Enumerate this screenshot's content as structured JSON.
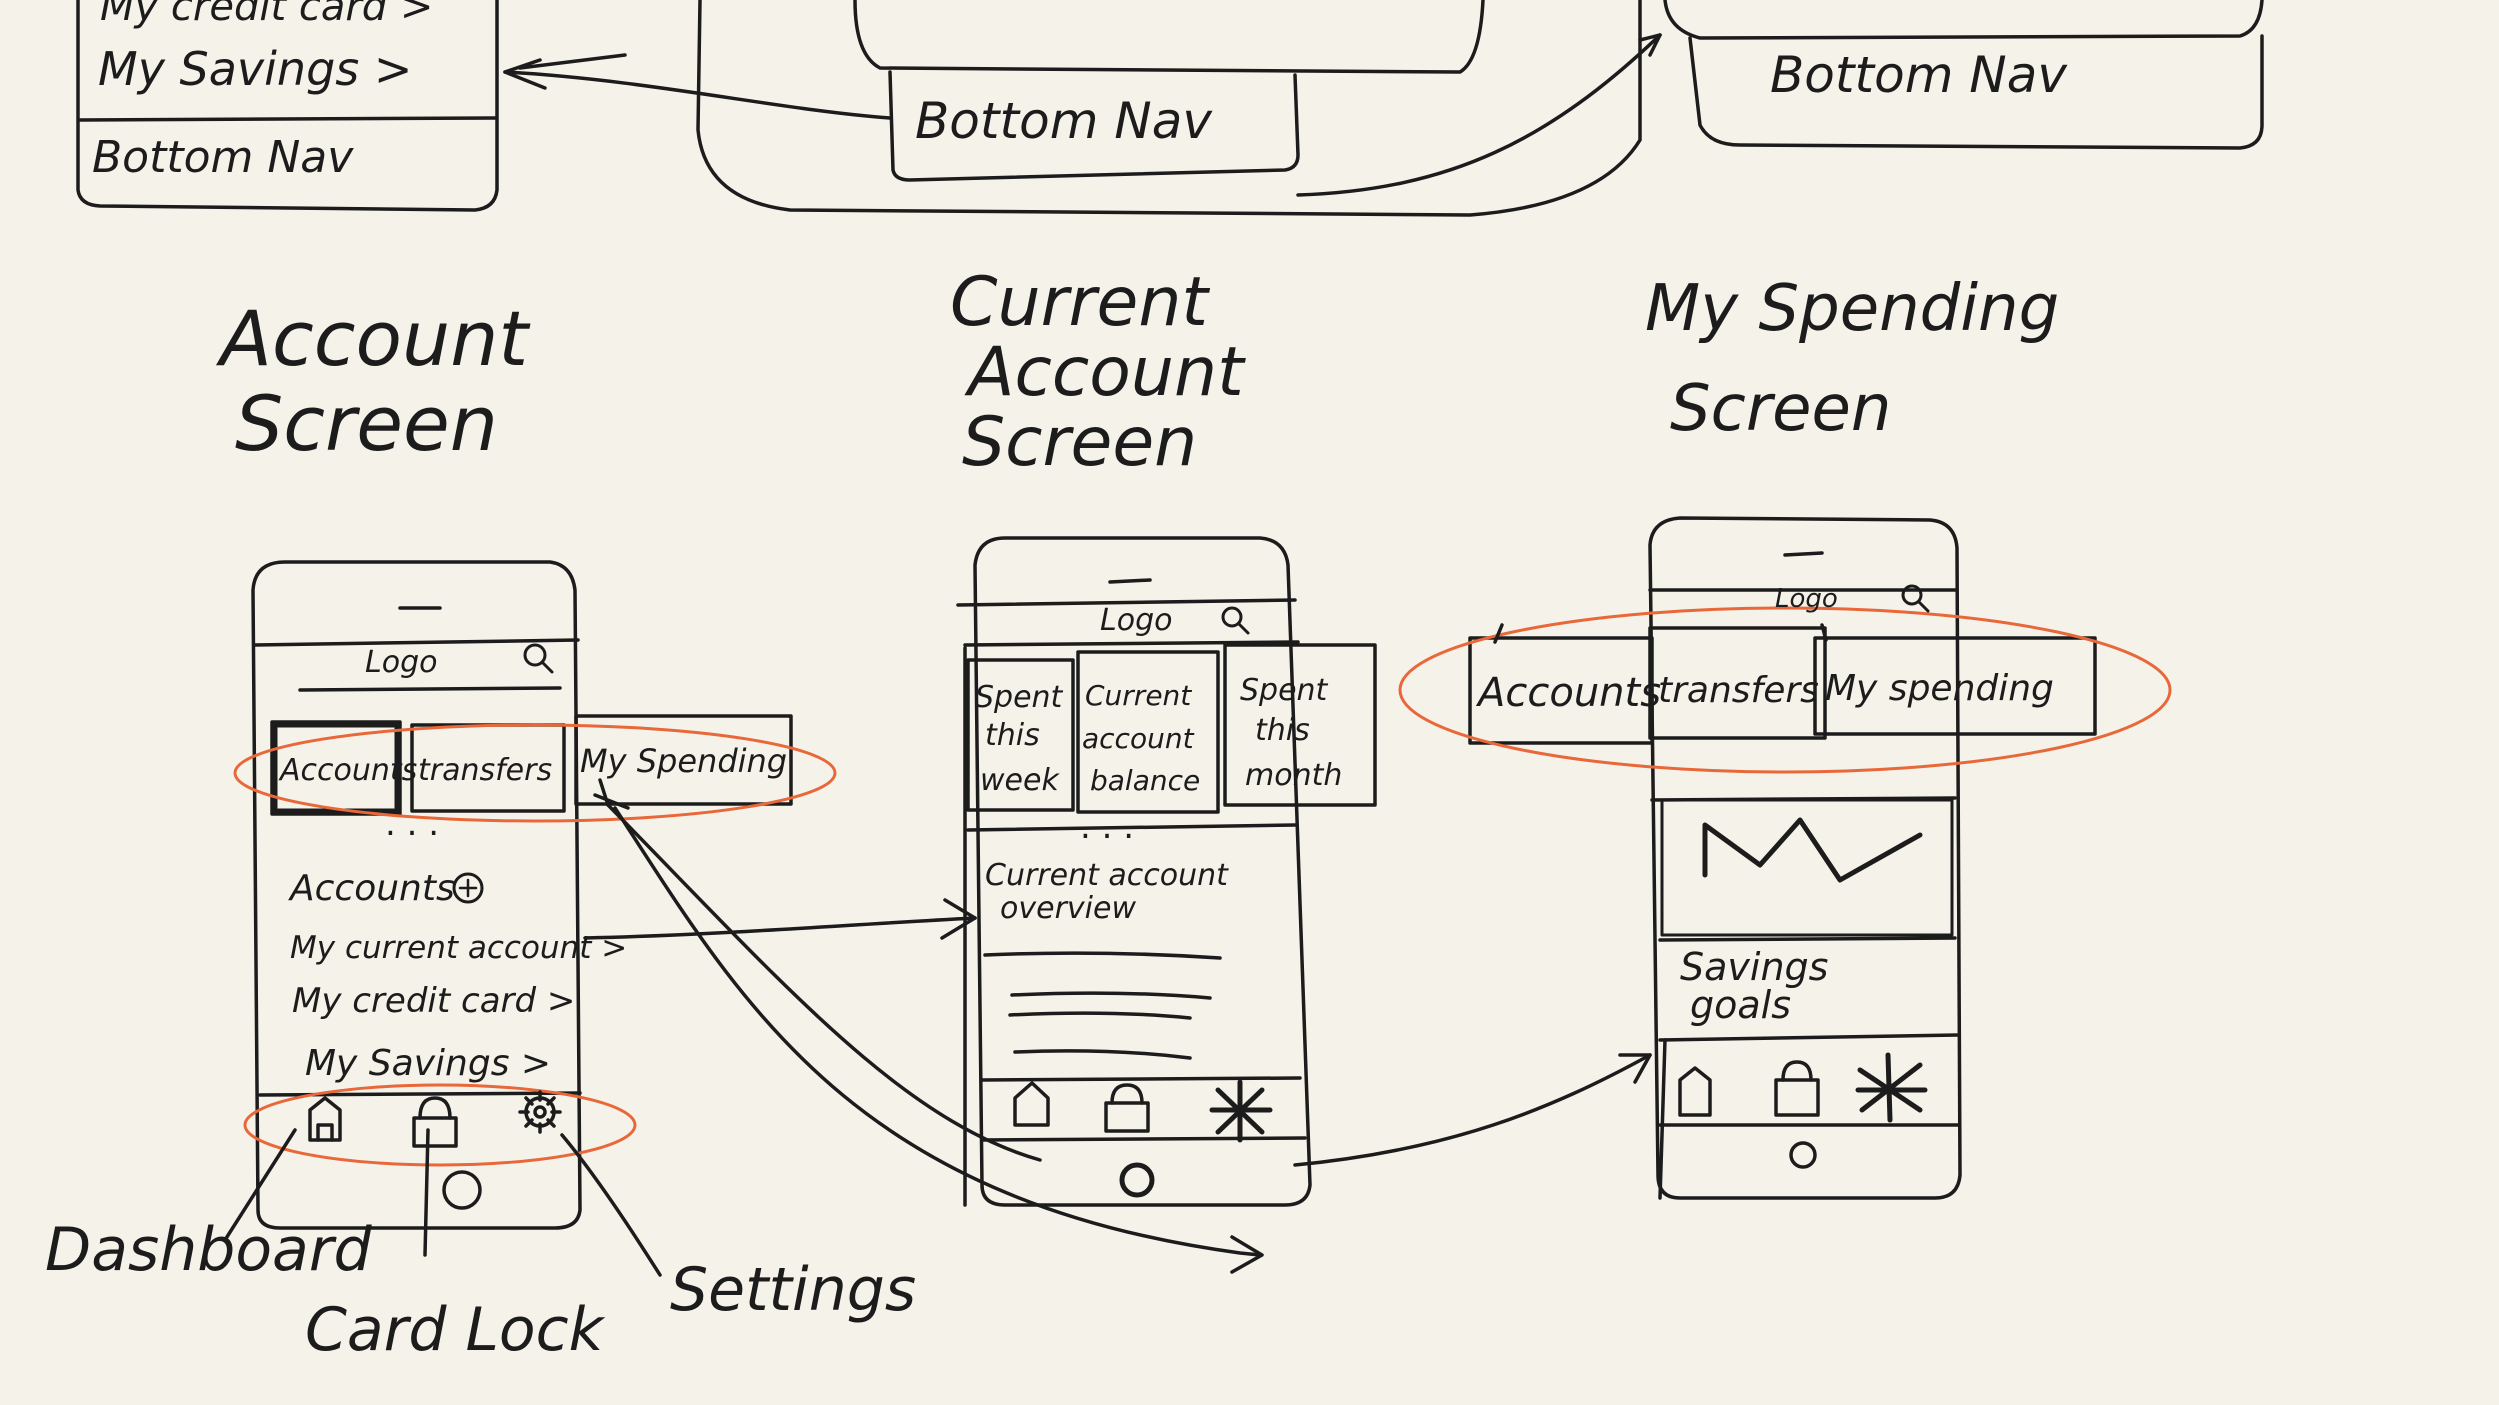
{
  "colors": {
    "paper": "#f5f2ea",
    "ink": "#1c1c1c",
    "highlight": "#e8683a"
  },
  "top_row": {
    "left_items": [
      "My credit card >",
      "My Savings >"
    ],
    "left_bottom_nav": "Bottom Nav",
    "center_bottom_nav": "Bottom Nav",
    "right_bottom_nav": "Bottom Nav"
  },
  "account_screen": {
    "title_line1": "Account",
    "title_line2": "Screen",
    "header": {
      "logo": "Logo",
      "search_icon": "search-icon"
    },
    "tabs": [
      "Accounts",
      "transfers",
      "My Spending"
    ],
    "dots": ". . .",
    "list": {
      "heading": "Accounts",
      "add_icon": "plus-circle-icon",
      "items": [
        "My current account >",
        "My credit card >",
        "My Savings >"
      ]
    },
    "bottom_nav_icons": [
      "home-icon",
      "lock-icon",
      "gear-icon"
    ],
    "annotations": [
      "Dashboard",
      "Card Lock",
      "Settings"
    ]
  },
  "current_account_screen": {
    "title_line1": "Current",
    "title_line2": "Account",
    "title_line3": "Screen",
    "header": {
      "logo": "Logo",
      "search_icon": "search-icon"
    },
    "cards": [
      {
        "line1": "Spent",
        "line2": "this",
        "line3": "week"
      },
      {
        "line1": "Current",
        "line2": "account",
        "line3": "balance"
      },
      {
        "line1": "Spent",
        "line2": "this",
        "line3": "month"
      }
    ],
    "dots": ". . .",
    "overview_line1": "Current account",
    "overview_line2": "overview",
    "bottom_nav_icons": [
      "home-icon",
      "lock-icon",
      "gear-icon"
    ]
  },
  "my_spending_screen": {
    "title_line1": "My Spending",
    "title_line2": "Screen",
    "header": {
      "logo": "Logo",
      "search_icon": "search-icon"
    },
    "tabs": [
      "Accounts",
      "transfers",
      "My spending"
    ],
    "savings_line1": "Savings",
    "savings_line2": "goals",
    "bottom_nav_icons": [
      "home-icon",
      "lock-icon",
      "gear-icon"
    ]
  }
}
